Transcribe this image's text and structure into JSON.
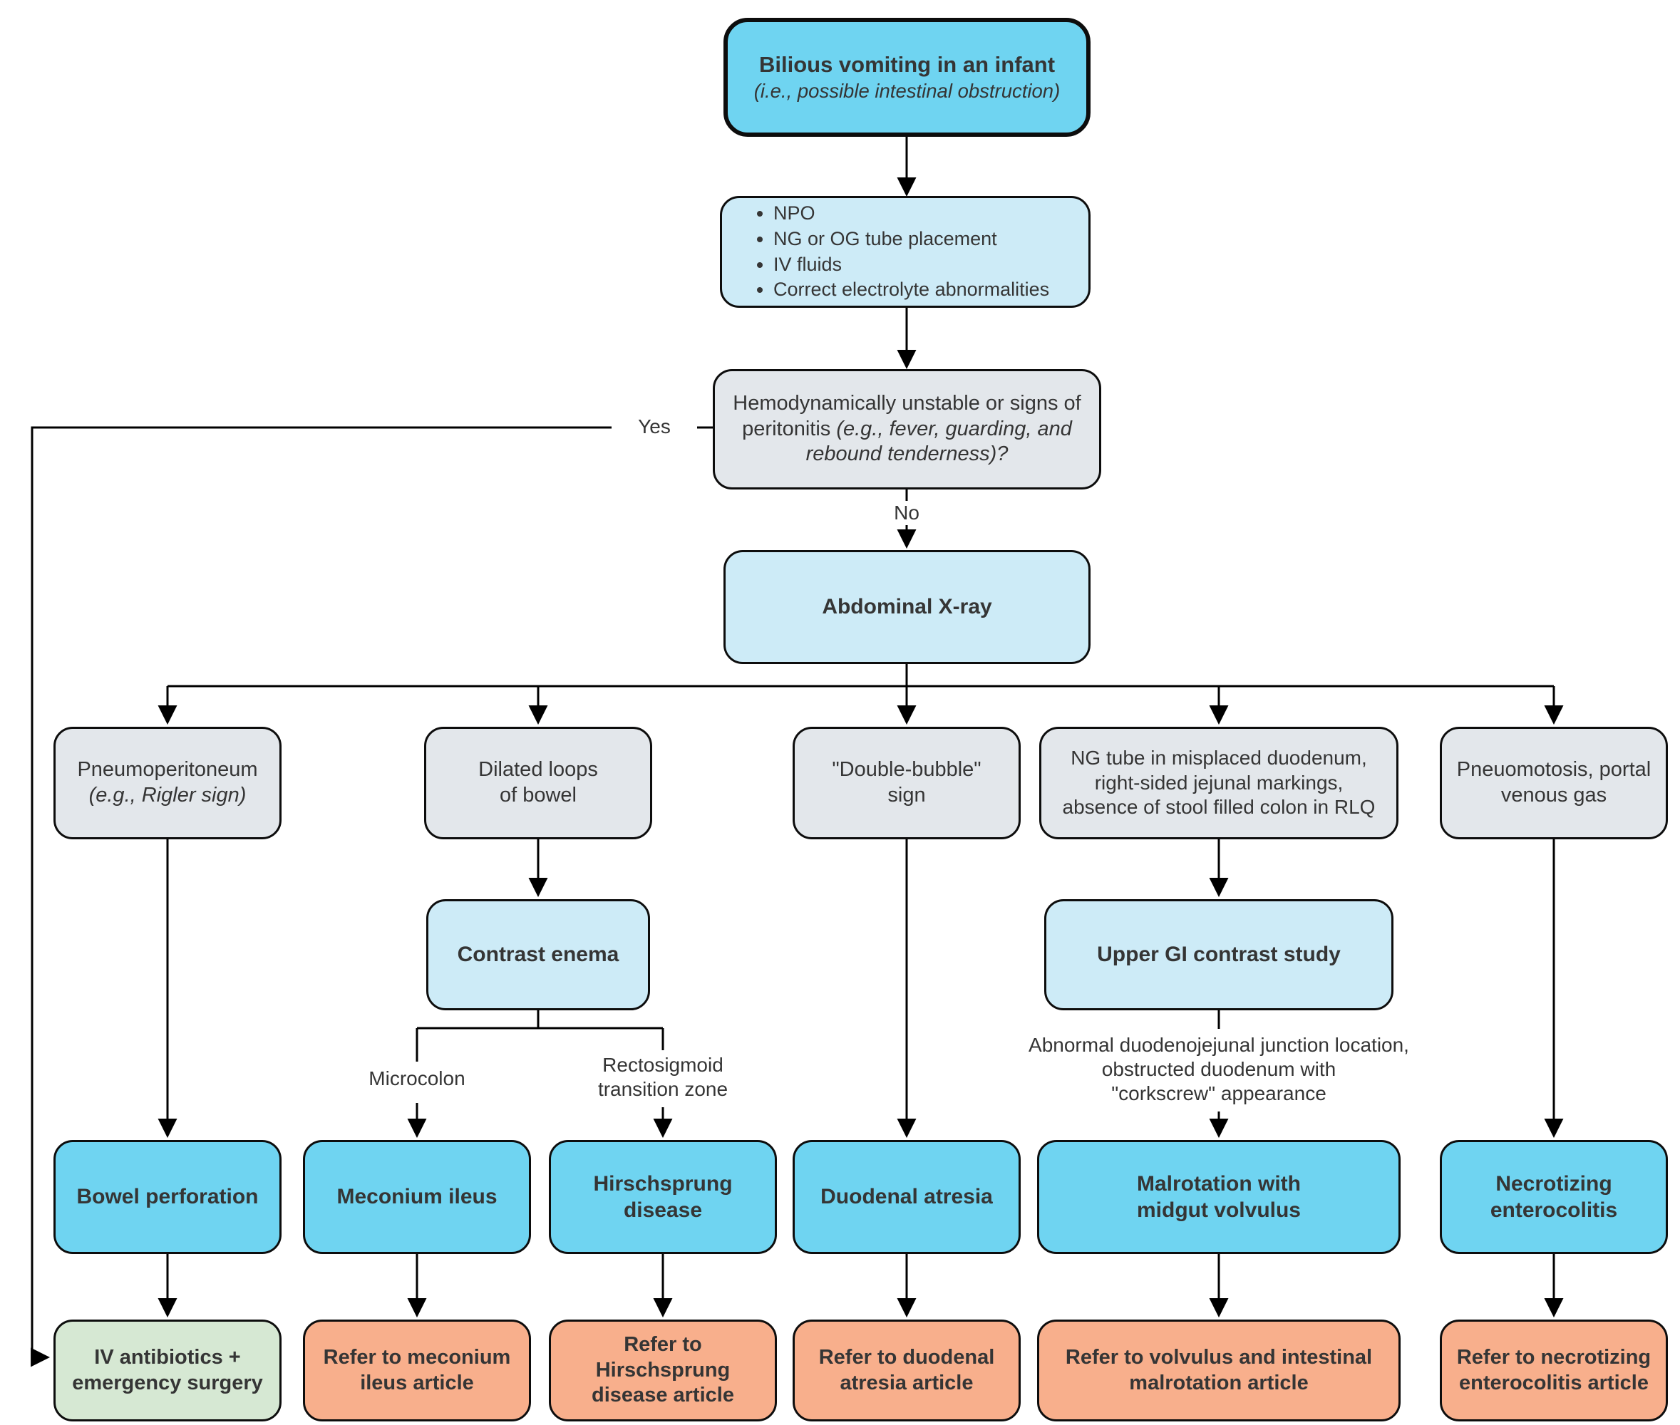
{
  "start": {
    "title": "Bilious vomiting in an infant",
    "subtitle": "(i.e., possible intestinal obstruction)"
  },
  "management": {
    "items": [
      "NPO",
      "NG or OG tube placement",
      "IV fluids",
      "Correct electrolyte abnormalities"
    ]
  },
  "decision": {
    "text": "Hemodynamically unstable or signs of peritonitis ",
    "text_em": "(e.g., fever, guarding, and rebound tenderness)?",
    "yes": "Yes",
    "no": "No"
  },
  "xray": {
    "label": "Abdominal X-ray"
  },
  "findings": {
    "pneumoperitoneum": {
      "line1": "Pneumoperitoneum",
      "line2": "(e.g., Rigler sign)"
    },
    "dilated_loops": "Dilated loops\nof bowel",
    "double_bubble": "\"Double-bubble\"\nsign",
    "ng_tube": "NG tube in misplaced duodenum,\nright-sided jejunal markings,\nabsence of stool filled colon in RLQ",
    "pneumatosis": "Pneuomotosis, portal\nvenous gas"
  },
  "studies": {
    "contrast_enema": "Contrast enema",
    "upper_gi": "Upper GI contrast study",
    "upper_gi_result": "Abnormal duodenojejunal junction location,\nobstructed duodenum with\n\"corkscrew\" appearance"
  },
  "branch_labels": {
    "microcolon": "Microcolon",
    "rectosigmoid": "Rectosigmoid\ntransition zone"
  },
  "diagnoses": {
    "bowel_perforation": "Bowel perforation",
    "meconium_ileus": "Meconium ileus",
    "hirschsprung": "Hirschsprung\ndisease",
    "duodenal_atresia": "Duodenal atresia",
    "malrotation": "Malrotation with\nmidgut volvulus",
    "nec": "Necrotizing\nenterocolitis"
  },
  "actions": {
    "surgery": "IV antibiotics +\nemergency surgery",
    "refer_meconium": "Refer to meconium\nileus article",
    "refer_hirschsprung": "Refer to\nHirschsprung\ndisease article",
    "refer_duodenal": "Refer to duodenal\natresia article",
    "refer_volvulus": "Refer to volvulus and intestinal\nmalrotation article",
    "refer_nec": "Refer to necrotizing\nenterocolitis article"
  },
  "colors": {
    "bright-blue": "#6FD4F1",
    "light-blue": "#CDEBF7",
    "node-gray": "#E3E7EB",
    "action-green": "#D6E8D3",
    "refer-orange": "#F8AF8C",
    "line": "#000000",
    "text": "#353535"
  }
}
